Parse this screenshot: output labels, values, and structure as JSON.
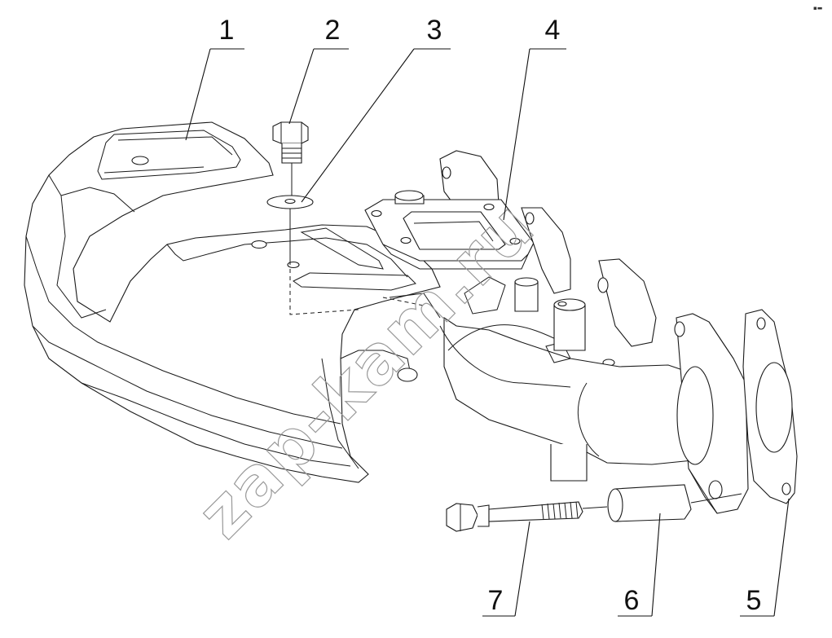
{
  "callouts": [
    {
      "id": "1",
      "label": "1"
    },
    {
      "id": "2",
      "label": "2"
    },
    {
      "id": "3",
      "label": "3"
    },
    {
      "id": "4",
      "label": "4"
    },
    {
      "id": "5",
      "label": "5"
    },
    {
      "id": "6",
      "label": "6"
    },
    {
      "id": "7",
      "label": "7"
    }
  ],
  "watermark": "zap-kam.ru",
  "corner_mark": "▪▬"
}
